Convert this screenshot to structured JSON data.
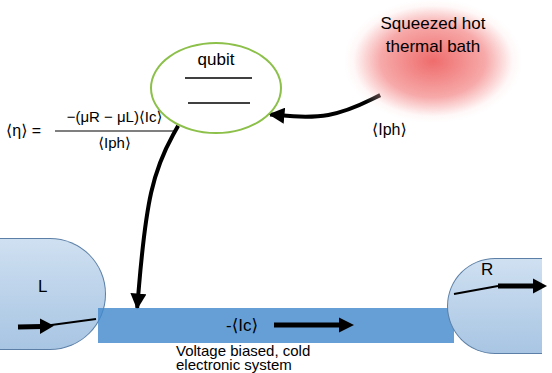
{
  "diagram": {
    "nodes": [
      {
        "text": [
          "Squeezed hot thermal bath"
        ]
      },
      {
        "text": [
          "qubit"
        ]
      },
      {
        "text": [
          "L"
        ]
      },
      {
        "text": [
          "-⟨Ic⟩"
        ]
      },
      {
        "text": [
          "R"
        ]
      }
    ],
    "edges": [
      {
        "from": 0,
        "to": 1,
        "arrow": "to",
        "label": "⟨Iph⟩"
      },
      {
        "from": 1,
        "to": 3,
        "arrow": "to"
      }
    ],
    "labels": [
      "⟨η⟩ =",
      "−(μR − μL)⟨Ic⟩",
      "⟨Iph⟩",
      "Voltage biased, cold electronic system"
    ]
  }
}
